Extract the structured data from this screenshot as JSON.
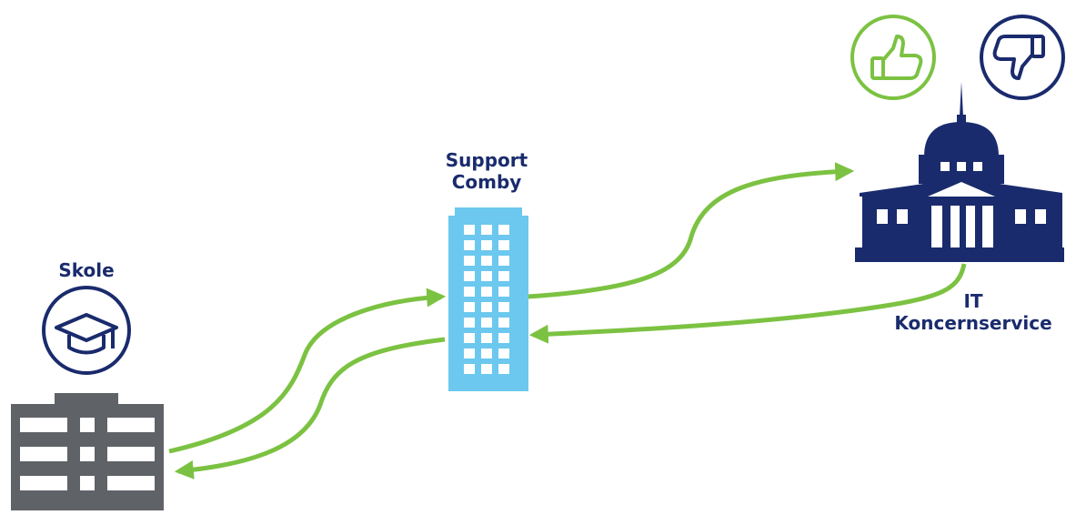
{
  "colors": {
    "navy": "#1a2b6d",
    "green": "#7cc242",
    "light_blue": "#6cc8ee",
    "gray": "#5f6267",
    "white": "#ffffff"
  },
  "nodes": {
    "school": {
      "label": "Skole",
      "icon": "graduation-cap-icon",
      "building": "office-building-icon"
    },
    "support": {
      "label_line1": "Support",
      "label_line2": "Comby",
      "building": "skyscraper-icon"
    },
    "it": {
      "label_line1": "IT",
      "label_line2": "Koncernservice",
      "building": "government-building-icon"
    }
  },
  "feedback": {
    "positive": "thumbs-up-icon",
    "negative": "thumbs-down-icon"
  },
  "flows": [
    {
      "from": "school",
      "to": "support"
    },
    {
      "from": "support",
      "to": "school"
    },
    {
      "from": "support",
      "to": "it"
    },
    {
      "from": "it",
      "to": "support"
    }
  ]
}
